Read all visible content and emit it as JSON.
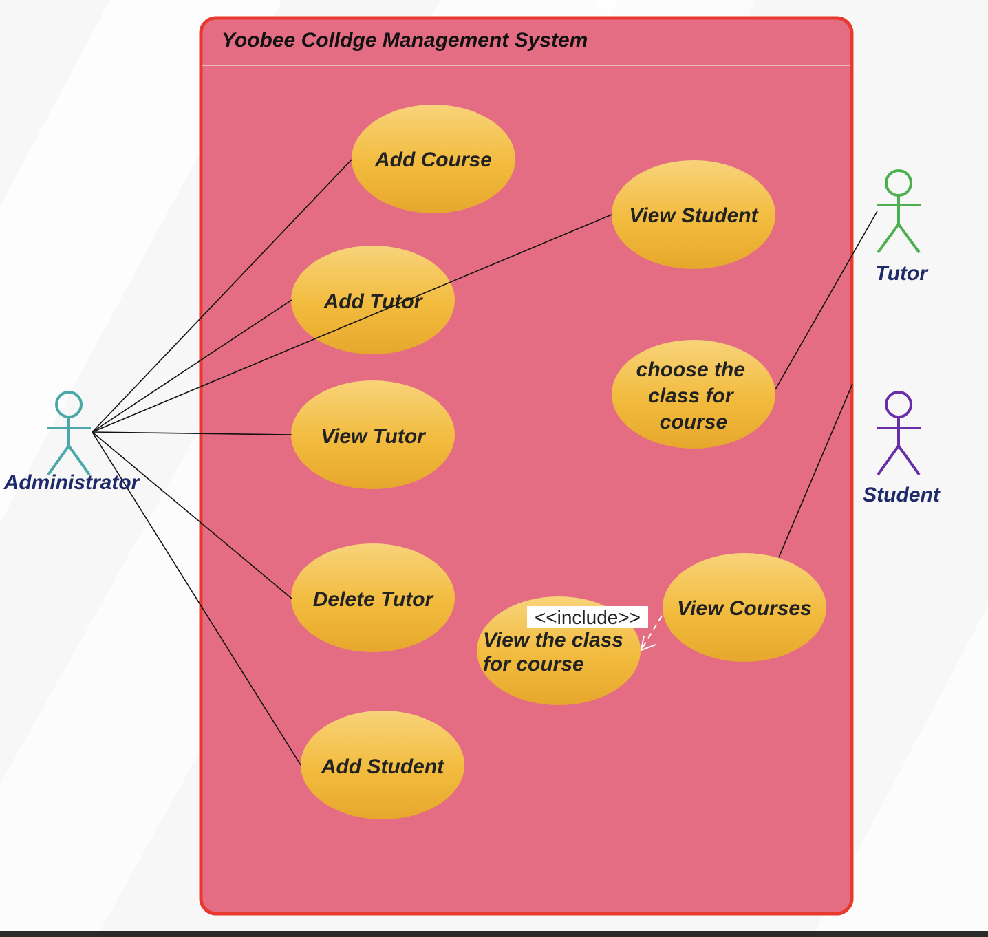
{
  "system": {
    "title": "Yoobee Colldge Management System"
  },
  "actors": {
    "administrator": {
      "label": "Administrator",
      "color": "#4aa8a8"
    },
    "tutor": {
      "label": "Tutor",
      "color": "#4caf50"
    },
    "student": {
      "label": "Student",
      "color": "#6a2fa8"
    }
  },
  "use_cases": {
    "add_course": {
      "lines": [
        "Add Course"
      ]
    },
    "view_student": {
      "lines": [
        "View Student"
      ]
    },
    "add_tutor": {
      "lines": [
        "Add Tutor"
      ]
    },
    "choose_class": {
      "lines": [
        "choose the",
        "class for",
        "course"
      ]
    },
    "view_tutor": {
      "lines": [
        "View Tutor"
      ]
    },
    "delete_tutor": {
      "lines": [
        "Delete Tutor"
      ]
    },
    "view_courses": {
      "lines": [
        "View Courses"
      ]
    },
    "view_class": {
      "lines": [
        "View the class",
        "for course"
      ]
    },
    "add_student": {
      "lines": [
        "Add Student"
      ]
    }
  },
  "relations": {
    "include_label": "<<include>>"
  },
  "colors": {
    "system_fill": "#e46d84",
    "system_border": "#e8392f",
    "usecase_top": "#f8d37a",
    "usecase_bottom": "#e9ab2d"
  }
}
